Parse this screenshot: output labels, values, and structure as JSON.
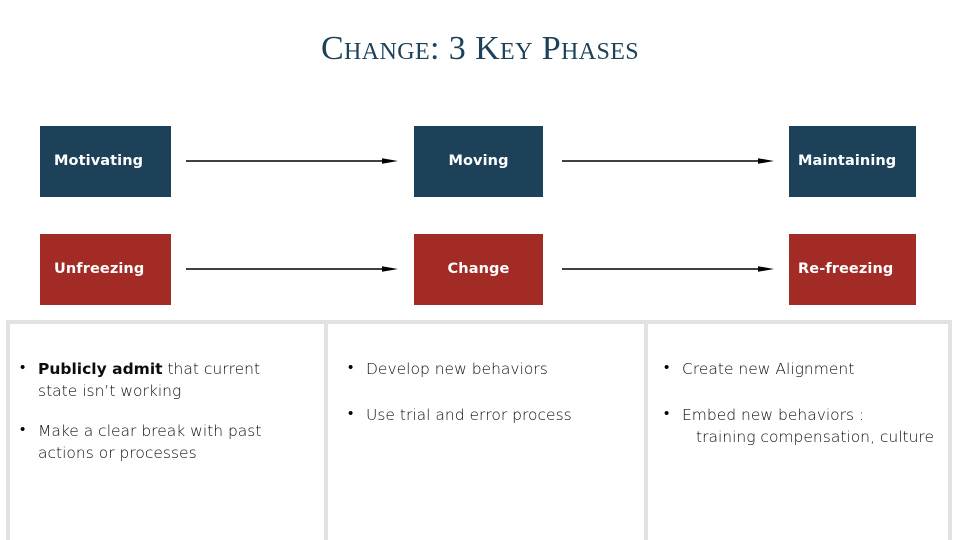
{
  "slide": {
    "title": "Change: 3 Key Phases",
    "title_color": "#1d4159"
  },
  "colors": {
    "navy": "#1d4159",
    "brick": "#a32b25",
    "panel_border": "#e2e2e2",
    "arrow": "#000000"
  },
  "diagram": {
    "rows": [
      {
        "name": "motivating-row",
        "style": "navy",
        "boxes": [
          "Motivating",
          "Moving",
          "Maintaining"
        ],
        "arrows": [
          "right-arrow",
          "right-arrow"
        ]
      },
      {
        "name": "unfreezing-row",
        "style": "brick",
        "boxes": [
          "Unfreezing",
          "Change",
          "Re-freezing"
        ],
        "arrows": [
          "right-arrow",
          "right-arrow"
        ]
      }
    ]
  },
  "content": {
    "columns": [
      {
        "name": "unfreezing",
        "bullets": [
          {
            "strong": "Publicly admit",
            "rest": " that current state isn’t working"
          },
          {
            "strong": "",
            "rest": "Make a clear break with past actions or processes"
          }
        ]
      },
      {
        "name": "change",
        "bullets": [
          {
            "strong": "",
            "rest": "Develop new behaviors"
          },
          {
            "strong": "",
            "rest": "Use trial and error process"
          }
        ]
      },
      {
        "name": "refreezing",
        "bullets": [
          {
            "strong": "",
            "rest": "Create new Alignment"
          },
          {
            "strong": "",
            "rest": "Embed new behaviors :",
            "indent": "training compensation, culture"
          }
        ]
      }
    ]
  }
}
